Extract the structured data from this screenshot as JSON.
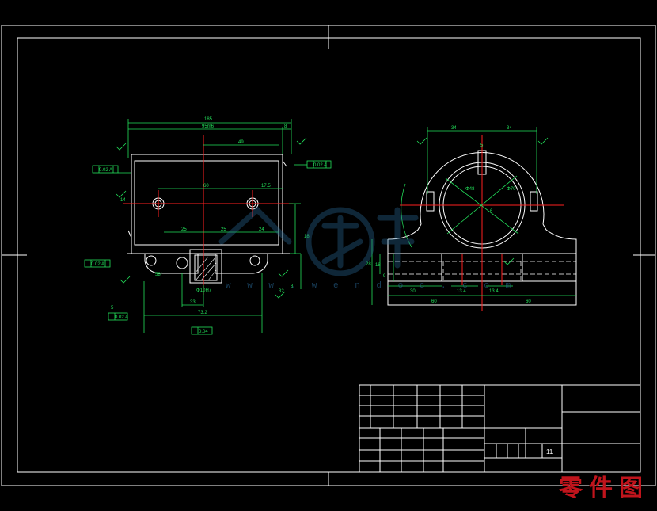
{
  "colors": {
    "background": "#000000",
    "border": "#ffffff",
    "dimension": "#22e05a",
    "centerline": "#ff2020",
    "watermark": "#2b6fa0",
    "caption": "#c0141c"
  },
  "left_view": {
    "dims": {
      "overall": "185",
      "width_fit": "95m6",
      "right_gap": "8",
      "d49": "49",
      "d60": "60",
      "d175": "17.5",
      "d25a": "25",
      "d25b": "25",
      "d24": "24",
      "d732": "73.2",
      "d33": "33",
      "d18": "18",
      "d8": "8",
      "d14": "14",
      "d32": "32",
      "d58": "58°",
      "d5": "5",
      "tol_f1": "0.02 A",
      "tol_f2": "0.02 A",
      "tol_f3": "0.02 A",
      "tol_f4": "0.02 A",
      "tol_par": "0.04",
      "d_h7": "Φ10H7"
    }
  },
  "right_view": {
    "dims": {
      "d34a": "34",
      "d34b": "34",
      "d5": "5",
      "d30": "30",
      "d60a": "60",
      "d60b": "60",
      "d18": "18",
      "d9": "9",
      "d28": "28",
      "d6": "6",
      "phi48": "Φ48",
      "phi70": "Φ70",
      "m13": "13.4",
      "m14": "13.4"
    }
  },
  "title_block": {
    "number_cell": "11"
  },
  "watermark": {
    "url": "w w w . w e n d o c . c o m"
  },
  "caption": "零件图"
}
